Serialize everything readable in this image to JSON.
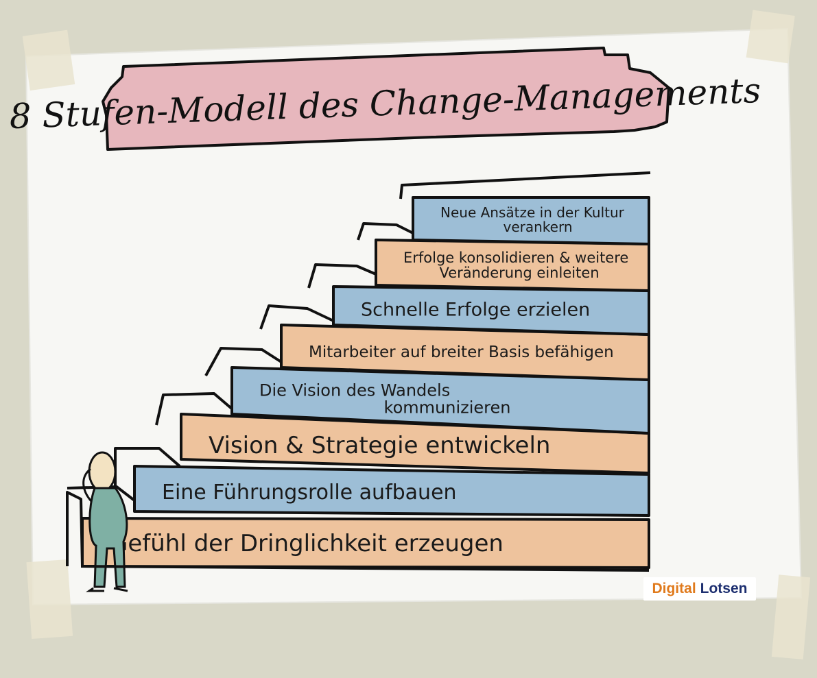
{
  "title": "8 Stufen-Modell des Change-Managements",
  "steps": [
    {
      "lines": [
        "Gefühl der Dringlichkeit erzeugen"
      ],
      "color": "orange"
    },
    {
      "lines": [
        "Eine Führungsrolle aufbauen"
      ],
      "color": "blue"
    },
    {
      "lines": [
        "Vision & Strategie entwickeln"
      ],
      "color": "orange"
    },
    {
      "lines": [
        "Die Vision des Wandels",
        "kommunizieren"
      ],
      "color": "blue"
    },
    {
      "lines": [
        "Mitarbeiter auf breiter Basis befähigen"
      ],
      "color": "orange"
    },
    {
      "lines": [
        "Schnelle Erfolge erzielen"
      ],
      "color": "blue"
    },
    {
      "lines": [
        "Erfolge konsolidieren & weitere",
        "Veränderung einleiten"
      ],
      "color": "orange"
    },
    {
      "lines": [
        "Neue Ansätze in der Kultur",
        "verankern"
      ],
      "color": "blue"
    }
  ],
  "logo": {
    "part1": "Digital",
    "part2": "Lotsen"
  },
  "colors": {
    "wall": "#d9d8c8",
    "paper": "#f7f7f4",
    "banner": "#e7b7bd",
    "orange": "#eec39d",
    "blue": "#9dbed6",
    "figure": "#7fb0a4",
    "logo_orange": "#e07a1c",
    "logo_navy": "#1d2f70"
  }
}
